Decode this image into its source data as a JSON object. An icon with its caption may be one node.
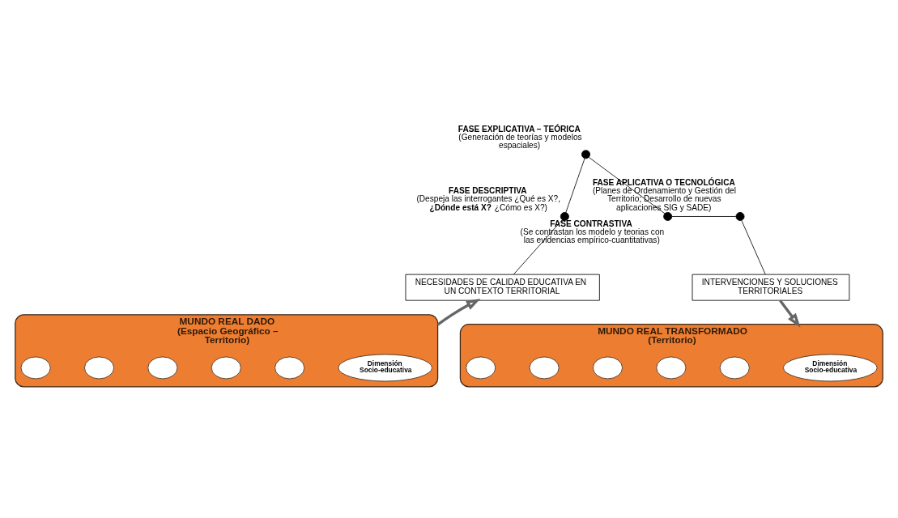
{
  "diagram": {
    "nodes": [
      {
        "text": [],
        "shape": "circle",
        "beside": [
          "FASE DESCRIPTIVA",
          "(Despeja las interrogantes ¿Qué es X?, **¿Dónde está X?** ¿Cómo es X?)"
        ]
      },
      {
        "text": [],
        "shape": "circle",
        "beside": [
          "FASE EXPLICATIVA – TEÓRICA",
          "(Generación de teorías y modelos espaciales)"
        ]
      },
      {
        "text": [],
        "shape": "circle",
        "beside": [
          "FASE CONTRASTIVA",
          "(Se contrastan los modelo y teorias con las evidencias empírico-cuantitativas)"
        ]
      },
      {
        "text": [],
        "shape": "circle",
        "beside": [
          "FASE APLICATIVA O TECNOLÓGICA",
          "(Planes de Ordenamiento y Gestión del Territorio; Desarrollo de nuevas aplicaciones SIG y SADE)"
        ]
      },
      {
        "text": [
          "NECESIDADES DE CALIDAD EDUCATIVA EN UN CONTEXTO TERRITORIAL"
        ]
      },
      {
        "text": [
          "INTERVENCIONES Y SOLUCIONES TERRITORIALES"
        ]
      },
      {
        "text": [
          "MUNDO REAL DADO",
          "(Espacio Geográfico – Territorio)"
        ]
      },
      {
        "text": [
          "Dimensión Socio-educativa"
        ],
        "in": 6
      },
      {
        "text": [],
        "shape": "circle",
        "in": 6
      },
      {
        "text": [],
        "shape": "circle",
        "in": 6
      },
      {
        "text": [],
        "shape": "circle",
        "in": 6
      },
      {
        "text": [],
        "shape": "circle",
        "in": 6
      },
      {
        "text": [],
        "shape": "circle",
        "in": 6
      },
      {
        "text": [
          "MUNDO REAL TRANSFORMADO",
          "(Territorio)"
        ]
      },
      {
        "text": [
          "Dimensión Socio-educativa"
        ],
        "in": 13
      },
      {
        "text": [],
        "shape": "circle",
        "in": 13
      },
      {
        "text": [],
        "shape": "circle",
        "in": 13
      },
      {
        "text": [],
        "shape": "circle",
        "in": 13
      },
      {
        "text": [],
        "shape": "circle",
        "in": 13
      },
      {
        "text": [],
        "shape": "circle",
        "in": 13
      }
    ],
    "edges": [
      {
        "from": 4,
        "to": 0,
        "arrow": "none"
      },
      {
        "from": 0,
        "to": 1,
        "arrow": "none"
      },
      {
        "from": 1,
        "to": 2,
        "arrow": "none"
      },
      {
        "from": 2,
        "to": 3,
        "arrow": "none"
      },
      {
        "from": 3,
        "to": 5,
        "arrow": "none"
      },
      {
        "from": 6,
        "to": 4,
        "arrow": "to",
        "style": "thick",
        "color": "#666666"
      },
      {
        "from": 5,
        "to": 13,
        "arrow": "to",
        "style": "thick",
        "color": "#666666"
      }
    ]
  }
}
